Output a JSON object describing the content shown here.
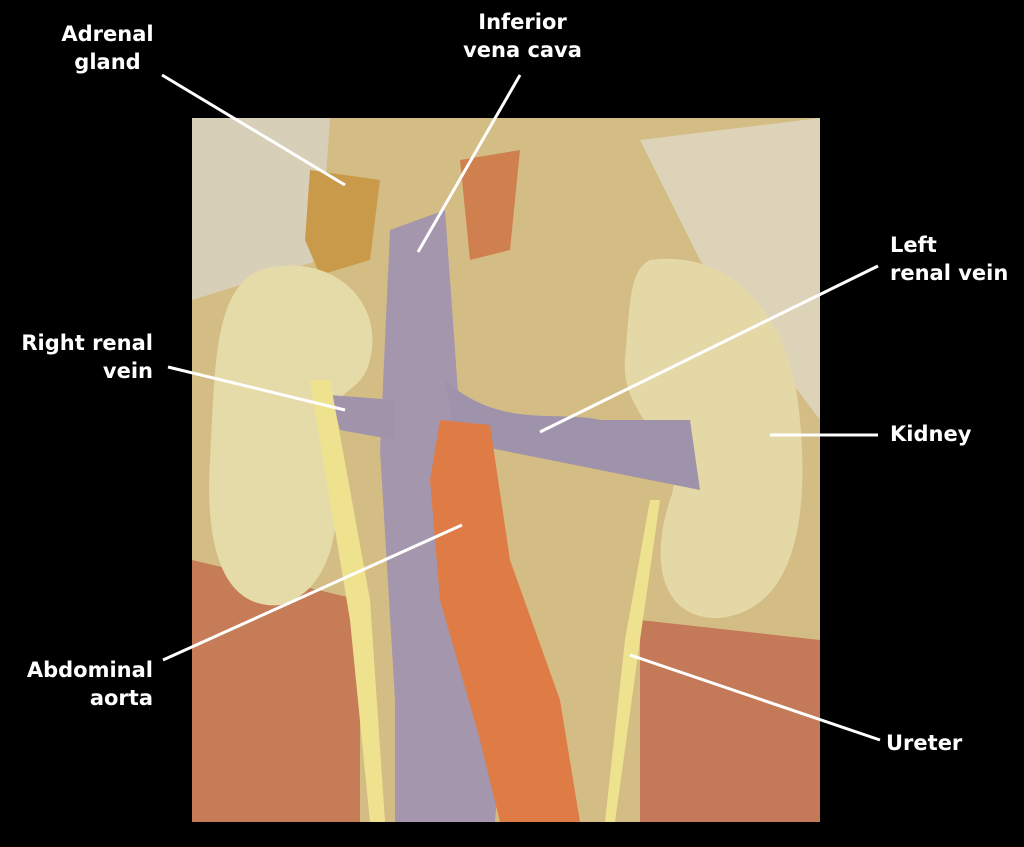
{
  "labels": {
    "adrenal_gland": [
      "Adrenal",
      "gland"
    ],
    "inferior_vena_cava": [
      "Inferior",
      "vena cava"
    ],
    "left_renal_vein": [
      "Left",
      "renal vein"
    ],
    "right_renal_vein": [
      "Right renal",
      "vein"
    ],
    "kidney": [
      "Kidney"
    ],
    "abdominal_aorta": [
      "Abdominal",
      "aorta"
    ],
    "ureter": [
      "Ureter"
    ]
  },
  "colors": {
    "background": "#000000",
    "label_text": "#ffffff",
    "leader_line": "#ffffff",
    "tissue": "#d9c38a",
    "kidney": "#e3d8a8",
    "vena_cava": "#9d8fa6",
    "aorta": "#e07a45",
    "muscle": "#c97a55"
  }
}
